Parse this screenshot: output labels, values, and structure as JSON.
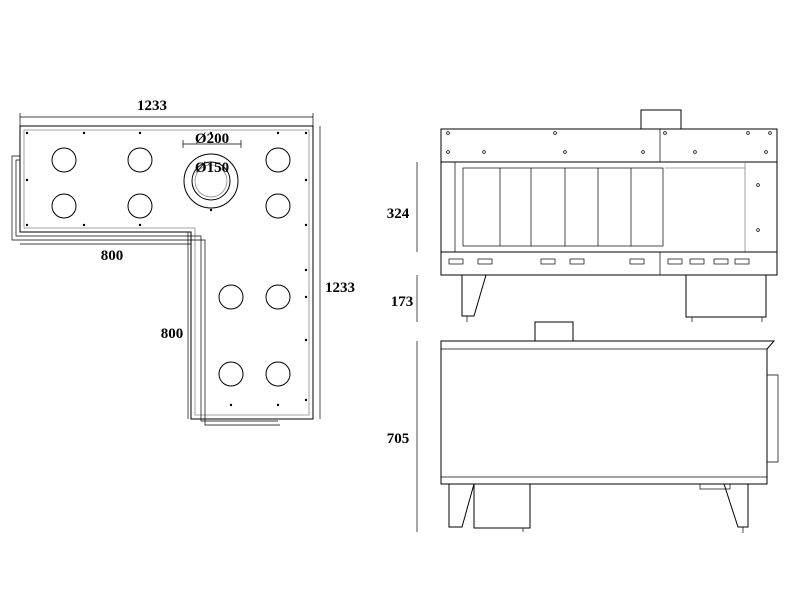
{
  "labels": {
    "plan_width": "1233",
    "plan_inner_width": "800",
    "plan_inner_height": "800",
    "plan_height": "1233",
    "flue_outer": "Ø200",
    "flue_inner": "Ø150",
    "elev_burner_height": "324",
    "elev_leg_height": "173",
    "elev_total_height": "705"
  },
  "colors": {
    "line": "#000000",
    "background": "#ffffff"
  }
}
